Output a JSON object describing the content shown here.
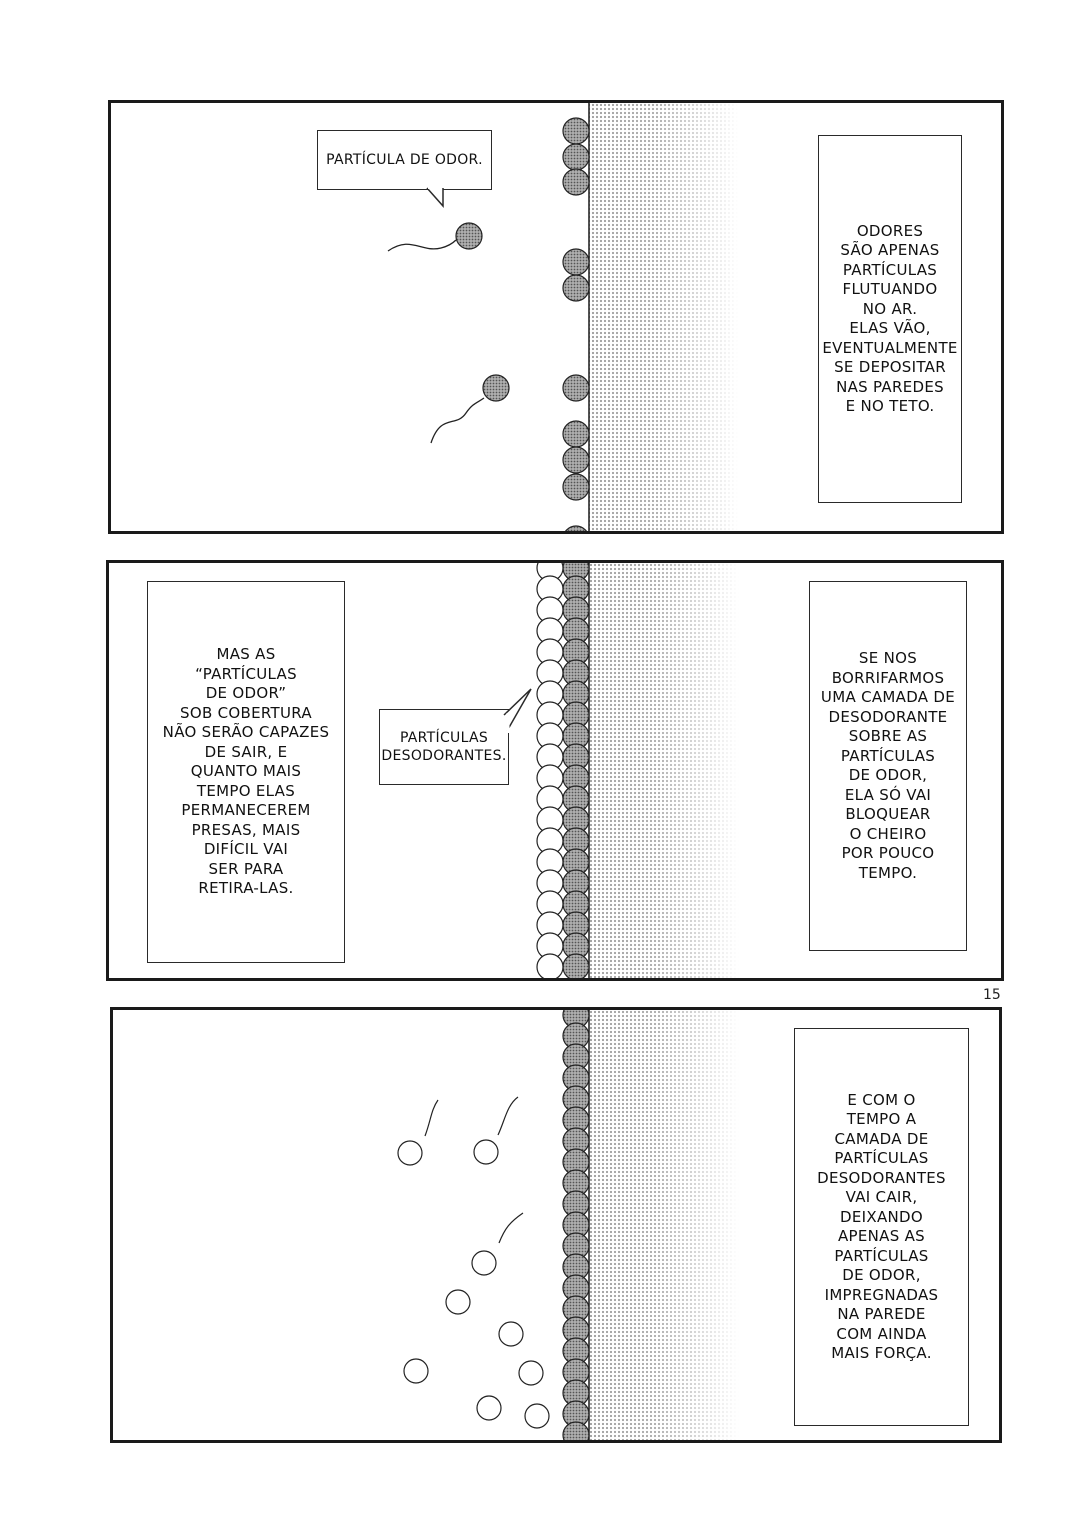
{
  "panels": [
    {
      "speech": "PARTÍCULA DE ODOR.",
      "caption": "ODORES\nSÃO APENAS\nPARTÍCULAS\nFLUTUANDO\nNO AR.\nELAS VÃO,\nEVENTUALMENTE\nSE DEPOSITAR\nNAS PAREDES\nE NO TETO."
    },
    {
      "caption_left": "MAS AS\n“PARTÍCULAS\nDE ODOR”\nSOB COBERTURA\nNÃO SERÃO CAPAZES\nDE SAIR, E\nQUANTO MAIS\nTEMPO ELAS\nPERMANECEREM\nPRESAS, MAIS\nDIFÍCIL VAI\nSER PARA\nRETIRA-LAS.",
      "speech": "PARTÍCULAS\nDESODORANTES.",
      "caption_right": "SE NOS\nBORRIFARMOS\nUMA CAMADA DE\nDESODORANTE\nSOBRE AS\nPARTÍCULAS\nDE ODOR,\nELA SÓ VAI\nBLOQUEAR\nO CHEIRO\nPOR POUCO\nTEMPO."
    },
    {
      "caption": "E COM O\nTEMPO A\nCAMADA DE\nPARTÍCULAS\nDESODORANTES\nVAI CAIR,\nDEIXANDO\nAPENAS AS\nPARTÍCULAS\nDE ODOR,\nIMPREGNADAS\nNA PAREDE\nCOM AINDA\nMAIS FORÇA."
    }
  ],
  "page_number": "15",
  "colors": {
    "ink": "#1a1a1a",
    "odor_particle": "#8c8c8c",
    "deodorant_particle": "#ffffff",
    "wall_tone": "#c8c8c8"
  }
}
